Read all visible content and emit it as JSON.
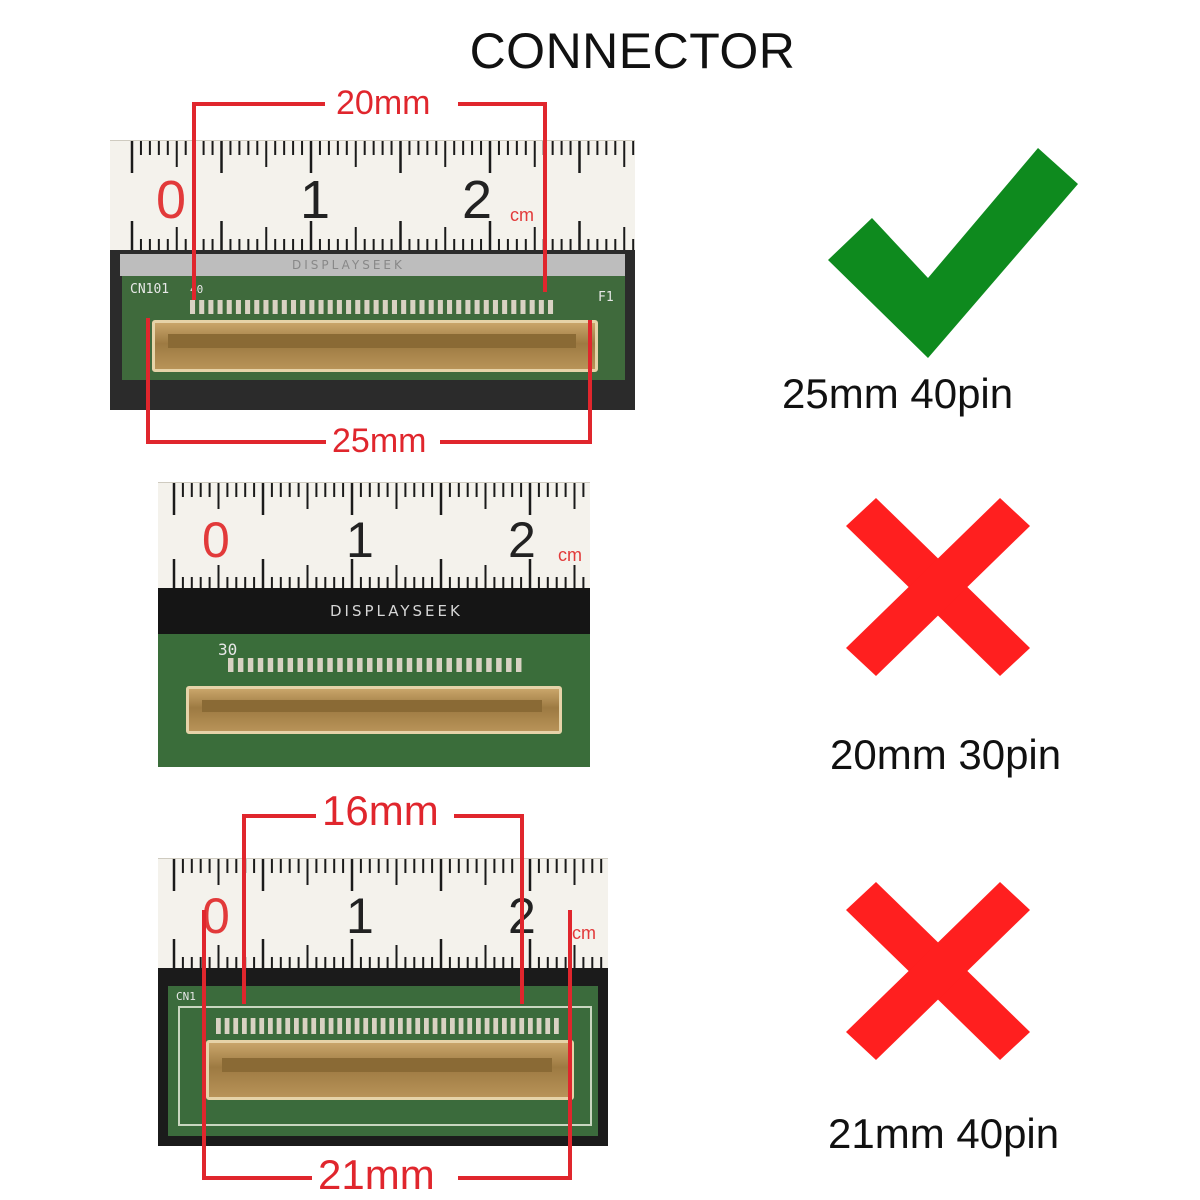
{
  "title": "CONNECTOR",
  "ruler_labels": {
    "zero": "0",
    "one": "1",
    "two": "2",
    "unit": "cm"
  },
  "brand": "DISPLAYSEEK",
  "options": [
    {
      "caption": "25mm 40pin",
      "status": "check-icon",
      "status_color": "#0e8a1e",
      "dims": {
        "top": "20mm",
        "bottom": "25mm"
      },
      "silk_left": "CN101",
      "silk_pin": "40",
      "silk_right": "F1"
    },
    {
      "caption": "20mm 30pin",
      "status": "cross-icon",
      "status_color": "#ff1f1f",
      "silk_pin": "30"
    },
    {
      "caption": "21mm 40pin",
      "status": "cross-icon",
      "status_color": "#ff1f1f",
      "dims": {
        "top": "16mm",
        "bottom": "21mm"
      },
      "silk_left": "CN1"
    }
  ],
  "colors": {
    "dimension_red": "#e0262d",
    "pcb_green": "#3f6a3c",
    "gold": "#c9a56a"
  }
}
